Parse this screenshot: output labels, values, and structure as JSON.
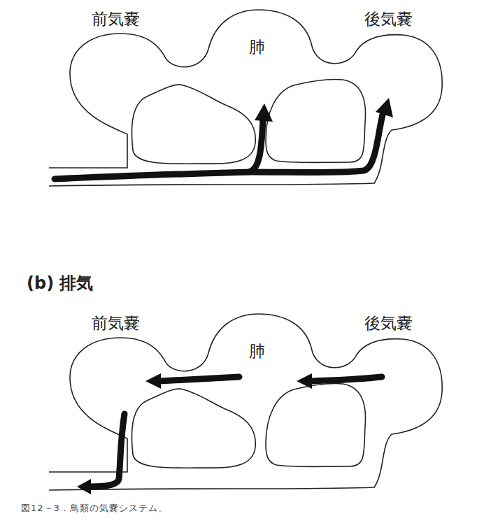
{
  "diagram": {
    "caption": "図12－3．鳥類の気嚢システム。",
    "labels": [
      "前気嚢",
      "肺",
      "後気嚢",
      "(b) 排気",
      "前気嚢",
      "肺",
      "後気嚢"
    ]
  }
}
